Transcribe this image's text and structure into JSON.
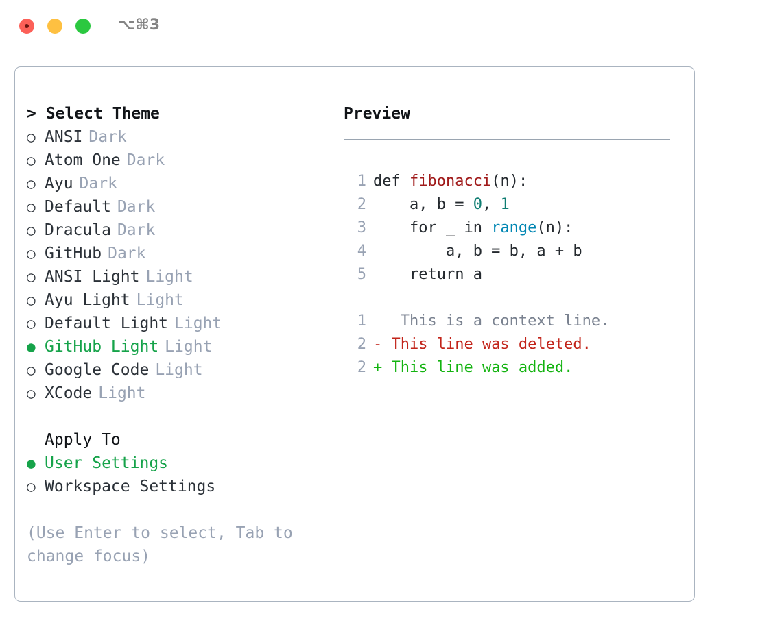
{
  "titlebar": {
    "shortcut": "⌥⌘3",
    "dots": [
      "close-red",
      "minimize-yellow",
      "zoom-green"
    ]
  },
  "theme_panel": {
    "heading": "Select Theme",
    "caret": ">",
    "marker_unselected": "○",
    "marker_selected": "●",
    "items": [
      {
        "name": "ANSI",
        "category": "Dark",
        "selected": false
      },
      {
        "name": "Atom One",
        "category": "Dark",
        "selected": false
      },
      {
        "name": "Ayu",
        "category": "Dark",
        "selected": false
      },
      {
        "name": "Default",
        "category": "Dark",
        "selected": false
      },
      {
        "name": "Dracula",
        "category": "Dark",
        "selected": false
      },
      {
        "name": "GitHub",
        "category": "Dark",
        "selected": false
      },
      {
        "name": "ANSI Light",
        "category": "Light",
        "selected": false
      },
      {
        "name": "Ayu Light",
        "category": "Light",
        "selected": false
      },
      {
        "name": "Default Light",
        "category": "Light",
        "selected": false
      },
      {
        "name": "GitHub Light",
        "category": "Light",
        "selected": true
      },
      {
        "name": "Google Code",
        "category": "Light",
        "selected": false
      },
      {
        "name": "XCode",
        "category": "Light",
        "selected": false
      }
    ]
  },
  "apply_to": {
    "heading": "Apply To",
    "items": [
      {
        "name": "User Settings",
        "selected": true
      },
      {
        "name": "Workspace Settings",
        "selected": false
      }
    ]
  },
  "hint": "(Use Enter to select, Tab to change focus)",
  "preview": {
    "title": "Preview",
    "code_lines": [
      {
        "no": "1",
        "tokens": [
          {
            "t": "def ",
            "c": "kw"
          },
          {
            "t": "fibonacci",
            "c": "fn"
          },
          {
            "t": "(n):",
            "c": "plain"
          }
        ]
      },
      {
        "no": "2",
        "tokens": [
          {
            "t": "    a, b = ",
            "c": "plain"
          },
          {
            "t": "0",
            "c": "num"
          },
          {
            "t": ", ",
            "c": "plain"
          },
          {
            "t": "1",
            "c": "num"
          }
        ]
      },
      {
        "no": "3",
        "tokens": [
          {
            "t": "    for _ in ",
            "c": "plain"
          },
          {
            "t": "range",
            "c": "call"
          },
          {
            "t": "(n):",
            "c": "plain"
          }
        ]
      },
      {
        "no": "4",
        "tokens": [
          {
            "t": "        a, b = b, a + b",
            "c": "plain"
          }
        ]
      },
      {
        "no": "5",
        "tokens": [
          {
            "t": "    return a",
            "c": "plain"
          }
        ]
      }
    ],
    "diff_lines": [
      {
        "no": "1",
        "sign": " ",
        "text": "  This is a context line.",
        "kind": "ctx"
      },
      {
        "no": "2",
        "sign": "-",
        "text": " This line was deleted.",
        "kind": "del"
      },
      {
        "no": "2",
        "sign": "+",
        "text": " This line was added.",
        "kind": "add"
      }
    ]
  },
  "colors": {
    "selected_green": "#16a34a",
    "muted_gray": "#98a2b3",
    "text_dark": "#2b3138",
    "border": "#aab4c0",
    "diff_add": "#13b310",
    "diff_del": "#c2241a",
    "code_fn": "#a01a1a",
    "code_num": "#0f7d72",
    "code_call": "#0086b3"
  }
}
